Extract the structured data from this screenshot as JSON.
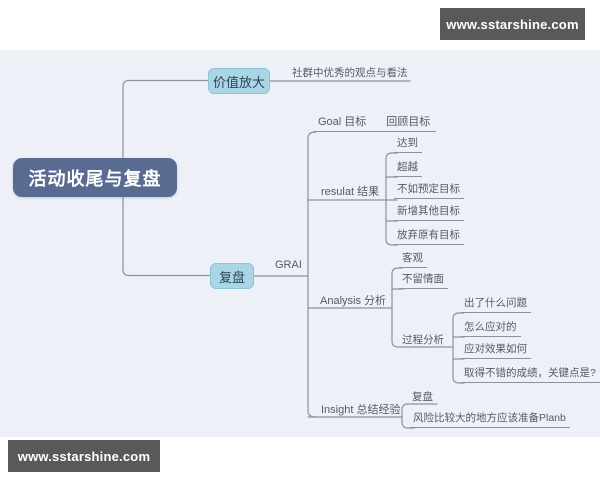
{
  "watermarks": {
    "top_right": "www.sstarshine.com",
    "bottom_left": "www.sstarshine.com"
  },
  "colors": {
    "root_node_bg": "#5a6b92",
    "sub_node_bg": "#a9d6e5",
    "sub_node_border": "#8ec2d6",
    "line": "#8d939b",
    "canvas_bg": "#edf1f7",
    "watermark_bg": "#59595a",
    "label_text": "#555b63"
  },
  "mindmap": {
    "root": "活动收尾与复盘",
    "value_branch": {
      "label": "价值放大",
      "child": "社群中优秀的观点与看法"
    },
    "review_branch": {
      "label": "复盘",
      "method": "GRAI",
      "goal": {
        "label": "Goal 目标",
        "child": "回顾目标"
      },
      "result": {
        "label": "resulat 结果",
        "children": [
          "达到",
          "超越",
          "不如预定目标",
          "新增其他目标",
          "放弃原有目标"
        ]
      },
      "analysis": {
        "label": "Analysis 分析",
        "children": [
          "客观",
          "不留情面"
        ],
        "process": {
          "label": "过程分析",
          "children": [
            "出了什么问题",
            "怎么应对的",
            "应对效果如何",
            "取得不错的成绩，关键点是?"
          ]
        }
      },
      "insight": {
        "label": "Insight 总结经验",
        "children": [
          "复盘",
          "风险比较大的地方应该准备Planb"
        ]
      }
    }
  }
}
